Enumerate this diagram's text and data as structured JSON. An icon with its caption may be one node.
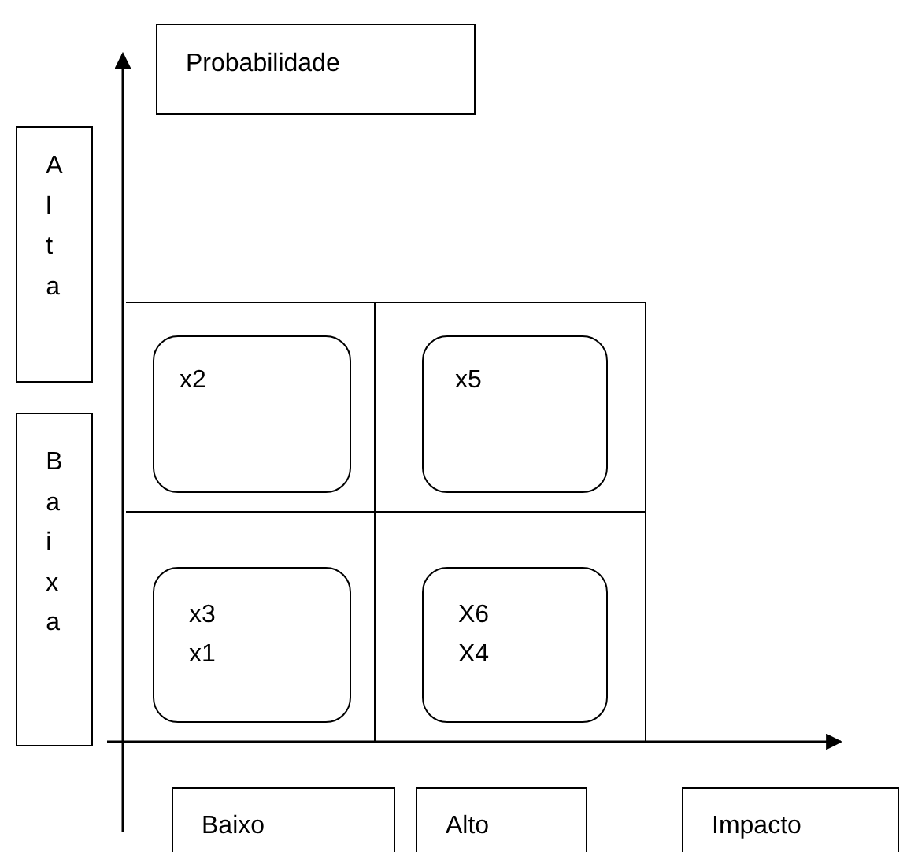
{
  "diagram": {
    "nodes": [
      {
        "text": [
          "Probabilidade"
        ]
      },
      {
        "text": [
          "Alta"
        ]
      },
      {
        "text": [
          "Baixa"
        ]
      },
      {
        "text": [
          "x2"
        ]
      },
      {
        "text": [
          "x5"
        ]
      },
      {
        "text": [
          "x3",
          "x1"
        ]
      },
      {
        "text": [
          "X6",
          "X4"
        ]
      },
      {
        "text": [
          "Baixo"
        ]
      },
      {
        "text": [
          "Alto"
        ]
      },
      {
        "text": [
          "Impacto"
        ]
      }
    ],
    "edges": []
  }
}
